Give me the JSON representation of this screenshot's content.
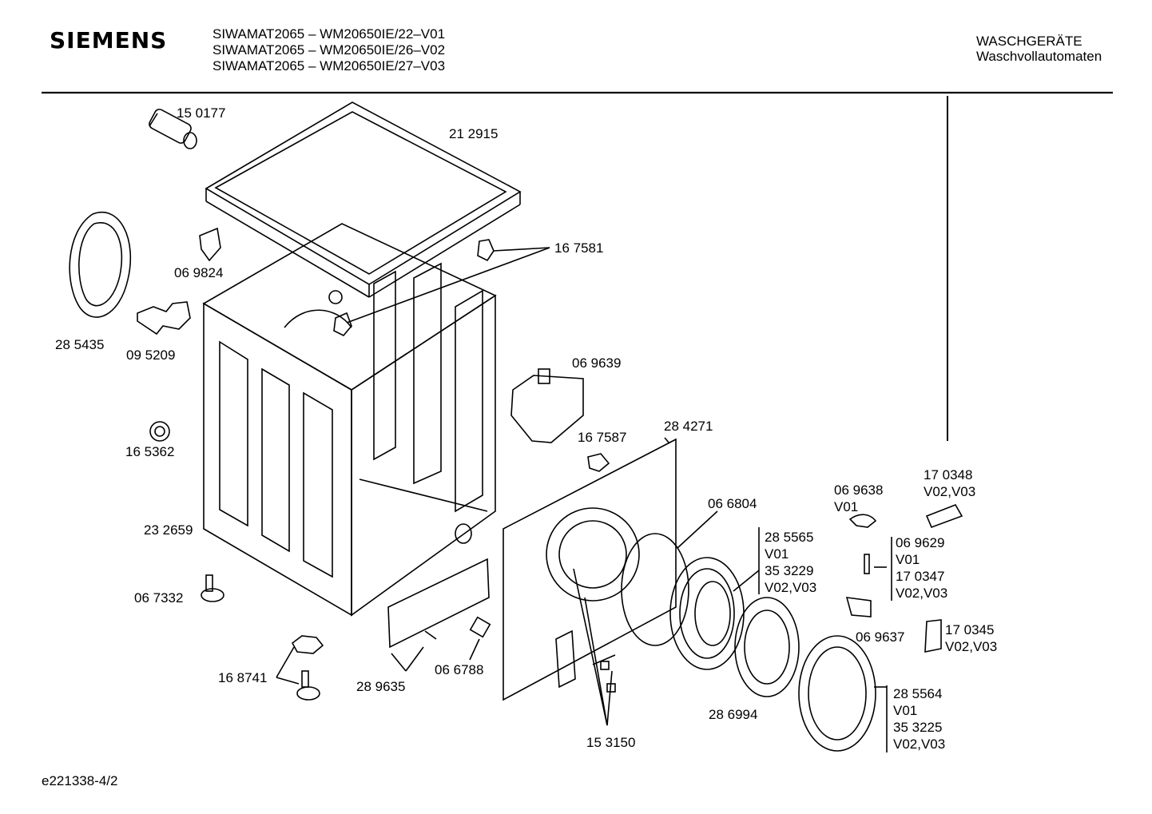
{
  "header": {
    "brand": "SIEMENS",
    "models": [
      "SIWAMAT2065 – WM20650IE/22–V01",
      "SIWAMAT2065 – WM20650IE/26–V02",
      "SIWAMAT2065 – WM20650IE/27–V03"
    ],
    "category_line1": "WASCHGERÄTE",
    "category_line2": "Waschvollautomaten"
  },
  "footer": {
    "document_id": "e221338-4/2"
  },
  "parts": {
    "p150177": "15 0177",
    "p212915": "21 2915",
    "p167581": "16 7581",
    "p069824": "06 9824",
    "p285435": "28 5435",
    "p095209": "09 5209",
    "p069639": "06 9639",
    "p165362": "16 5362",
    "p167587": "16 7587",
    "p284271": "28 4271",
    "p232659": "23 2659",
    "p066804": "06 6804",
    "p170348": "17 0348",
    "p170348_var": "V02,V03",
    "p069638": "06 9638",
    "p069638_var": "V01",
    "p285565": "28 5565",
    "p285565_var": "V01",
    "p353229": "35 3229",
    "p353229_var": "V02,V03",
    "p069629": "06 9629",
    "p069629_var": "V01",
    "p170347": "17 0347",
    "p170347_var": "V02,V03",
    "p067332": "06 7332",
    "p069637": "06 9637",
    "p170345": "17 0345",
    "p170345_var": "V02,V03",
    "p168741": "16 8741",
    "p289635": "28 9635",
    "p066788": "06 6788",
    "p286994": "28 6994",
    "p285564": "28 5564",
    "p285564_var": "V01",
    "p353225": "35 3225",
    "p353225_var": "V02,V03",
    "p153150": "15 3150"
  }
}
